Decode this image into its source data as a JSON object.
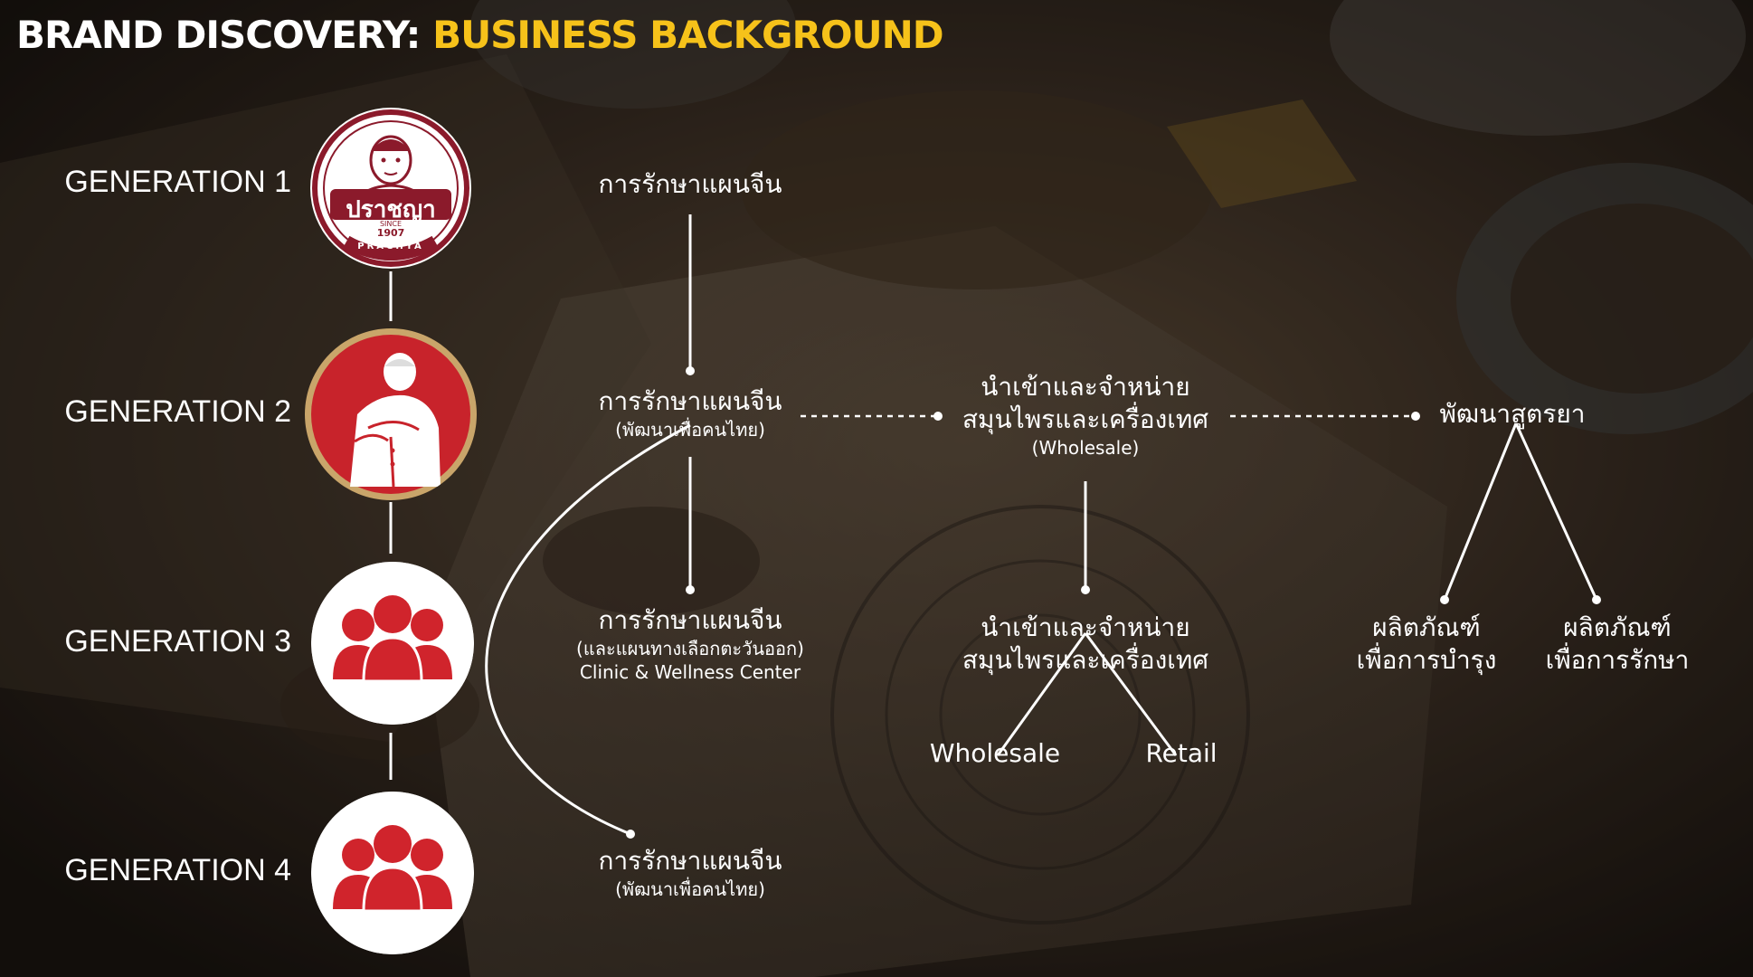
{
  "title": {
    "part1": "BRAND DISCOVERY:",
    "part2": "BUSINESS BACKGROUND"
  },
  "colors": {
    "accent": "#f6c21a",
    "brand_red": "#c8232b",
    "maroon": "#8b1a2b",
    "text": "#ffffff"
  },
  "generations": [
    {
      "label": "GENERATION 1",
      "icon": "prachya-logo"
    },
    {
      "label": "GENERATION 2",
      "icon": "founder-portrait"
    },
    {
      "label": "GENERATION 3",
      "icon": "group-people-icon"
    },
    {
      "label": "GENERATION 4",
      "icon": "group-people-icon"
    }
  ],
  "logo": {
    "name": "ปราชญา",
    "since": "SINCE",
    "year": "1907",
    "latin": "PRACHYA"
  },
  "nodes": {
    "gen1_tcm": {
      "l1": "การรักษาแผนจีน"
    },
    "gen2_tcm": {
      "l1": "การรักษาแผนจีน",
      "l2": "(พัฒนาเพื่อคนไทย)"
    },
    "gen2_import": {
      "l1": "นำเข้าและจำหน่าย",
      "l2": "สมุนไพรและเครื่องเทศ",
      "l3": "(Wholesale)"
    },
    "gen2_formula": {
      "l1": "พัฒนาสูตรยา"
    },
    "gen3_tcm": {
      "l1": "การรักษาแผนจีน",
      "l2": "(และแผนทางเลือกตะวันออก)",
      "l3": "Clinic & Wellness Center"
    },
    "gen3_import": {
      "l1": "นำเข้าและจำหน่าย",
      "l2": "สมุนไพรและเครื่องเทศ"
    },
    "gen3_product_a": {
      "l1": "ผลิตภัณฑ์",
      "l2": "เพื่อการบำรุง"
    },
    "gen3_product_b": {
      "l1": "ผลิตภัณฑ์",
      "l2": "เพื่อการรักษา"
    },
    "gen3_wholesale": {
      "l1": "Wholesale"
    },
    "gen3_retail": {
      "l1": "Retail"
    },
    "gen4_tcm": {
      "l1": "การรักษาแผนจีน",
      "l2": "(พัฒนาเพื่อคนไทย)"
    }
  }
}
